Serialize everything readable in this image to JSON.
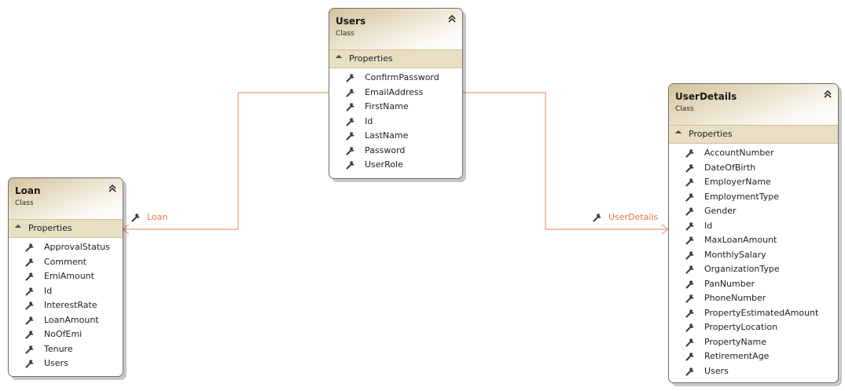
{
  "diagram": {
    "classes": [
      {
        "id": "users",
        "title": "Users",
        "kind": "Class",
        "section": "Properties",
        "collapse_icon": "double-chevron-up-icon",
        "property_icon": "wrench-icon",
        "properties": [
          "ConfirmPassword",
          "EmailAddress",
          "FirstName",
          "Id",
          "LastName",
          "Password",
          "UserRole"
        ]
      },
      {
        "id": "loan",
        "title": "Loan",
        "kind": "Class",
        "section": "Properties",
        "collapse_icon": "double-chevron-up-icon",
        "property_icon": "wrench-icon",
        "properties": [
          "ApprovalStatus",
          "Comment",
          "EmiAmount",
          "Id",
          "InterestRate",
          "LoanAmount",
          "NoOfEmi",
          "Tenure",
          "Users"
        ]
      },
      {
        "id": "userdetails",
        "title": "UserDetails",
        "kind": "Class",
        "section": "Properties",
        "collapse_icon": "double-chevron-up-icon",
        "property_icon": "wrench-icon",
        "properties": [
          "AccountNumber",
          "DateOfBirth",
          "EmployerName",
          "EmploymentType",
          "Gender",
          "Id",
          "MaxLoanAmount",
          "MonthlySalary",
          "OrganizationType",
          "PanNumber",
          "PhoneNumber",
          "PropertyEstimatedAmount",
          "PropertyLocation",
          "PropertyName",
          "RetirementAge",
          "Users"
        ]
      }
    ],
    "associations": [
      {
        "from": "users",
        "to": "loan",
        "label": "Loan"
      },
      {
        "from": "users",
        "to": "userdetails",
        "label": "UserDetails"
      }
    ],
    "colors": {
      "association_line": "#e07845",
      "header_gradient_start": "#d2c39c",
      "section_band": "#e8dfc3",
      "border": "#6e6e6e"
    }
  }
}
